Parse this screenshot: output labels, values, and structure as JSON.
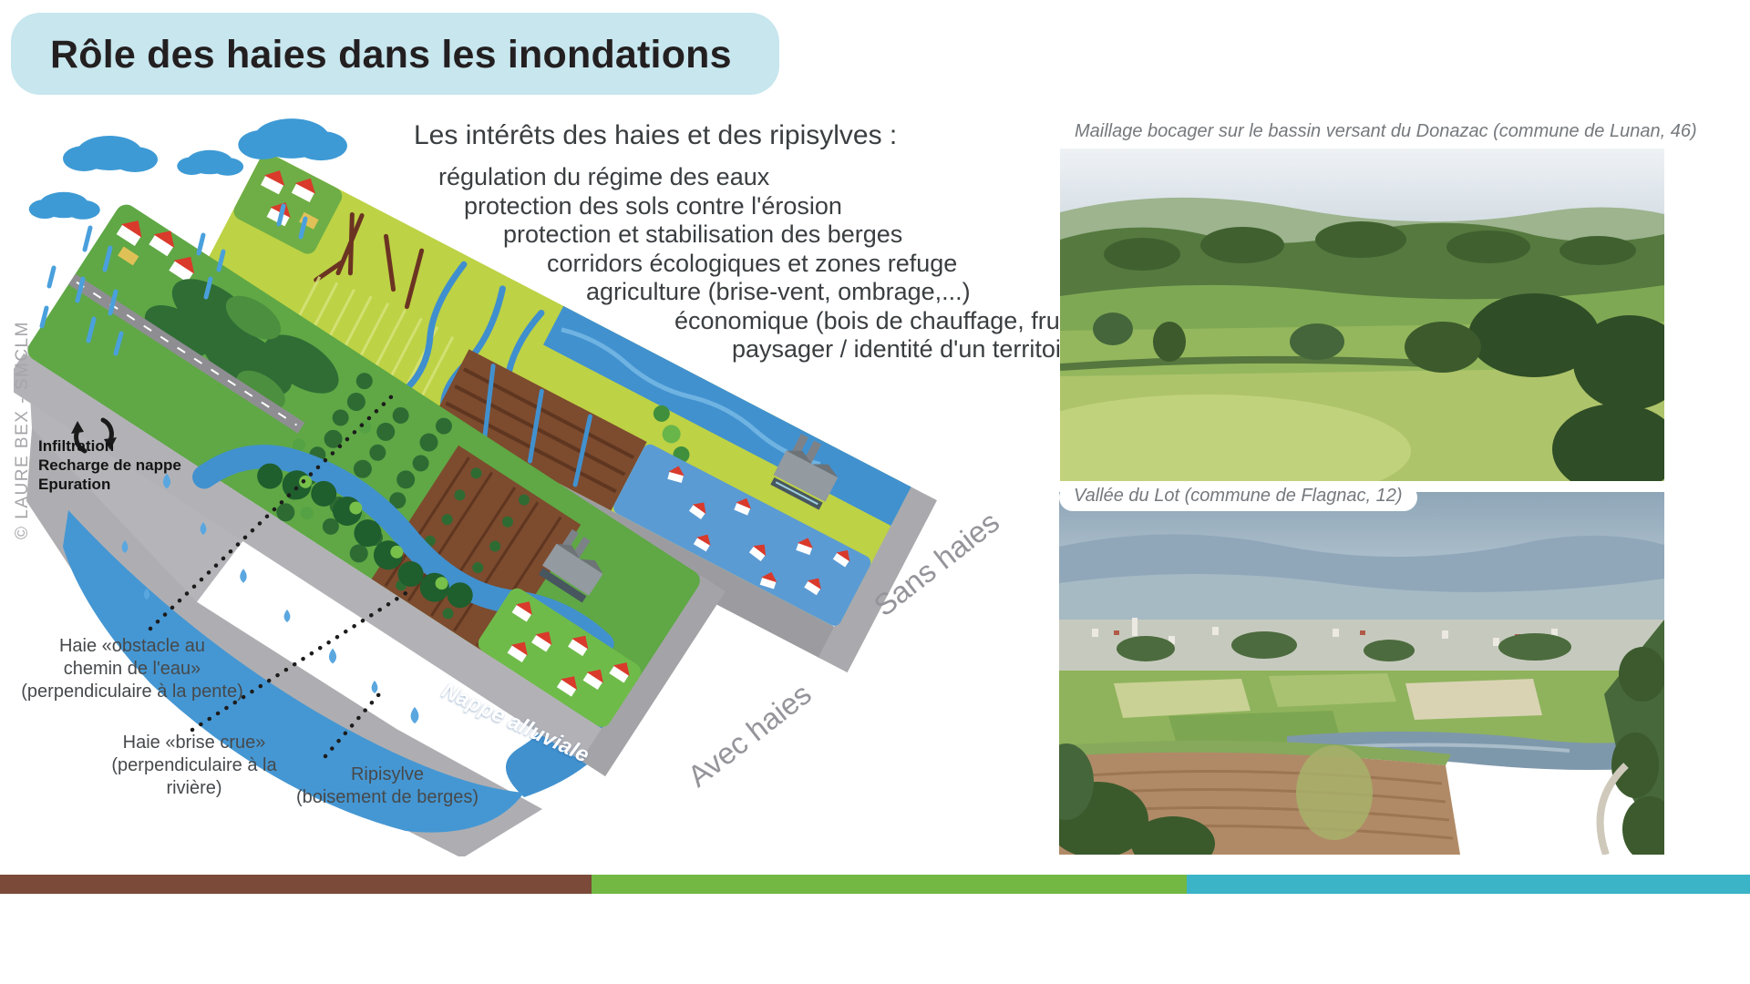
{
  "title": "Rôle des haies dans les inondations",
  "benefits": {
    "heading": "Les intérêts des haies et des ripisylves :",
    "items": [
      "régulation du régime des eaux",
      "protection des sols contre l'érosion",
      "protection et stabilisation des berges",
      "corridors écologiques et zones refuge",
      "agriculture (brise-vent, ombrage,...)",
      "économique (bois de chauffage, fruits,...)",
      "paysager / identité d'un territoire"
    ]
  },
  "diagram": {
    "credit": "© LAURE BEX - SMCLM",
    "process_labels": [
      "Infiltration",
      "Recharge de nappe",
      "Epuration"
    ],
    "labels": {
      "obstacle": [
        "Haie «obstacle au",
        "chemin de l'eau»",
        "(perpendiculaire à la pente)"
      ],
      "brise": [
        "Haie «brise crue»",
        "(perpendiculaire à la",
        "rivière)"
      ],
      "ripisylve": [
        "Ripisylve",
        "(boisement de berges)"
      ],
      "nappe": "Nappe alluviale",
      "avec": "Avec haies",
      "sans": "Sans haies"
    }
  },
  "photos": [
    {
      "caption": "Maillage bocager sur le bassin versant du Donazac (commune de Lunan, 46)"
    },
    {
      "caption": "Vallée du Lot (commune de Flagnac, 12)"
    }
  ],
  "footer_bar": {
    "segment_colors": [
      "#7b4a38",
      "#72b843",
      "#3cb4c8"
    ]
  },
  "colors": {
    "banner_background": "#c7e6ee",
    "title_text": "#231f20",
    "body_text": "#3a3e40",
    "caption_text": "#75797d"
  }
}
